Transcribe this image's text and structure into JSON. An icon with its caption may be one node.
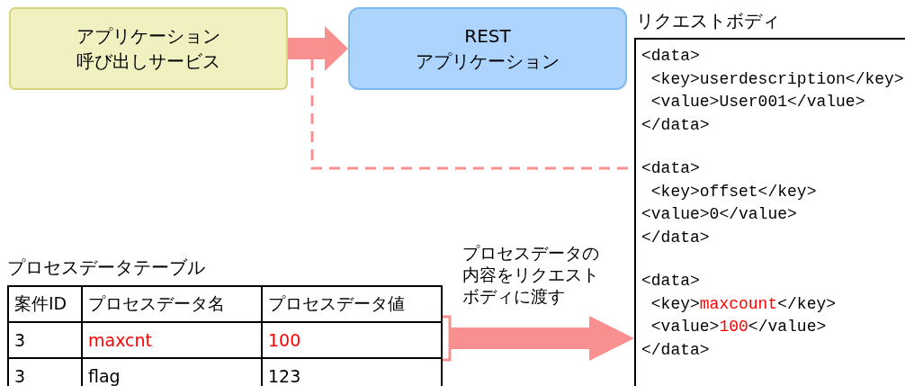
{
  "diagram": {
    "nodes": [
      {
        "text": [
          "アプリケーション呼び出しサービス"
        ]
      },
      {
        "text": [
          "REST アプリケーション"
        ]
      },
      {
        "text": [
          "リクエストボディ",
          "<data>",
          " <key>userdescription</key>",
          " <value>User001</value>",
          "</data>",
          "<data>",
          " <key>offset</key>",
          "<value>0</value>",
          "</data>",
          "<data>",
          " <key>*maxcount*</key>",
          " <value>*100*</value>",
          "</data>"
        ]
      },
      {
        "text": [
          "プロセスデータテーブル"
        ]
      }
    ],
    "edges": [
      {
        "from": 0,
        "to": 1,
        "arrow": "to"
      },
      {
        "from": null,
        "to": 2,
        "arrow": "none",
        "style": "dashed"
      },
      {
        "from": 3,
        "to": 2,
        "arrow": "to",
        "label": "プロセスデータの内容をリクエストボディに渡す"
      }
    ],
    "labels": [
      "案件ID",
      "プロセスデータ名",
      "プロセスデータ値",
      "3",
      "maxcnt",
      "100",
      "3",
      "flag",
      "123"
    ]
  }
}
